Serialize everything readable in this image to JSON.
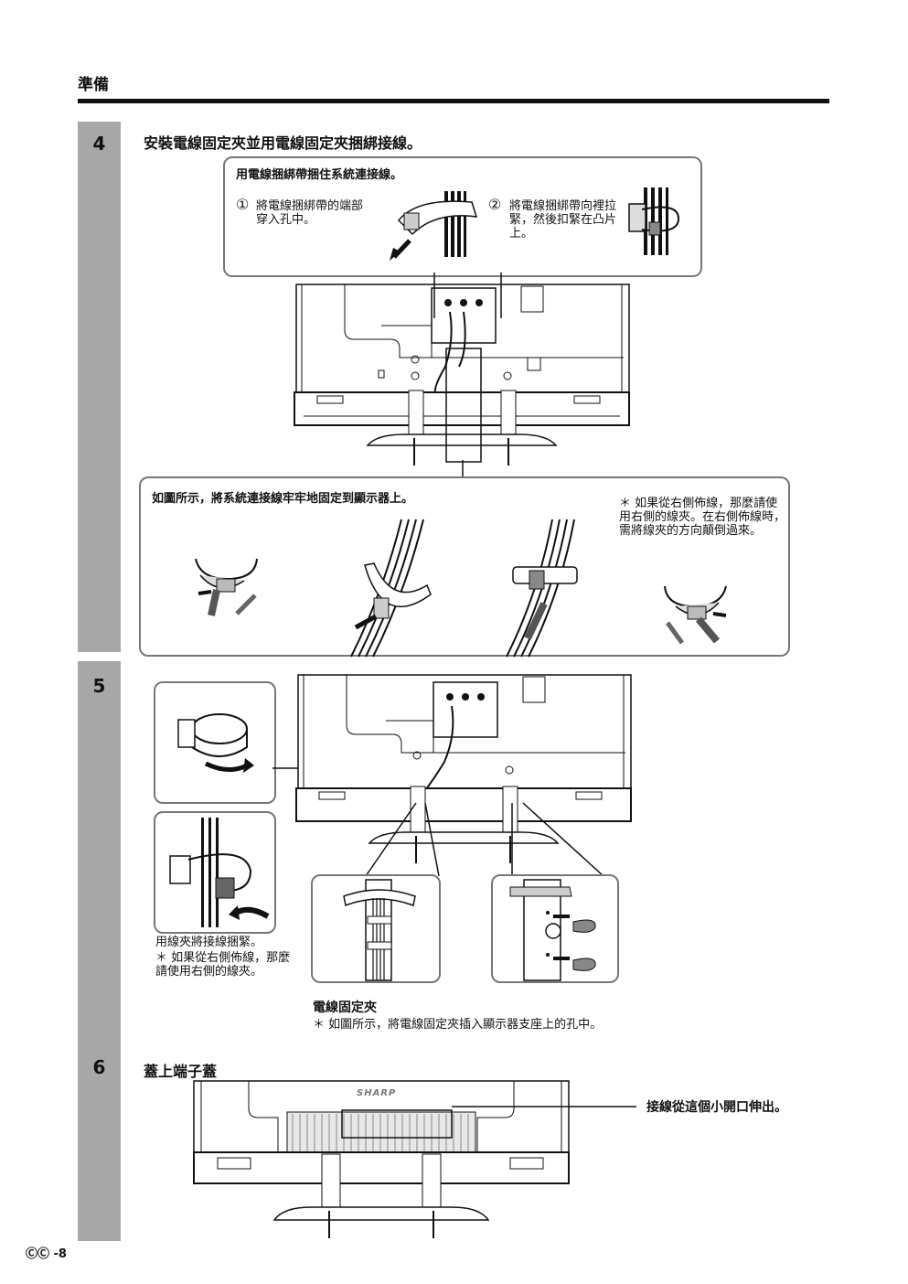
{
  "header": {
    "section_title": "準備"
  },
  "step4": {
    "number": "4",
    "title": "安裝電線固定夾並用電線固定夾捆綁接線。",
    "tie_box": {
      "title": "用電線捆綁帶捆住系統連接線。",
      "step1_marker": "①",
      "step1_text": "將電線捆綁帶的端部穿入孔中。",
      "step2_marker": "②",
      "step2_text": "將電線捆綁帶向裡拉緊，然後扣緊在凸片上。"
    },
    "clamp_box": {
      "title": "如圖所示，將系統連接線牢牢地固定到顯示器上。",
      "note": "＊ 如果從右側佈線，那麼請使用右側的線夾。在右側佈線時，需將線夾的方向顛倒過來。"
    }
  },
  "step5": {
    "number": "5",
    "caption": "用線夾將接線捆緊。",
    "note": "＊ 如果從右側佈線，那麼請使用右側的線夾。",
    "fixer_title": "電線固定夾",
    "fixer_note": "＊ 如圖所示，將電線固定夾插入顯示器支座上的孔中。"
  },
  "step6": {
    "number": "6",
    "title": "蓋上端子蓋",
    "callout": "接線從這個小開口伸出。",
    "brand": "SHARP"
  },
  "footer": {
    "page_label": "ⒸⒸ -8"
  }
}
